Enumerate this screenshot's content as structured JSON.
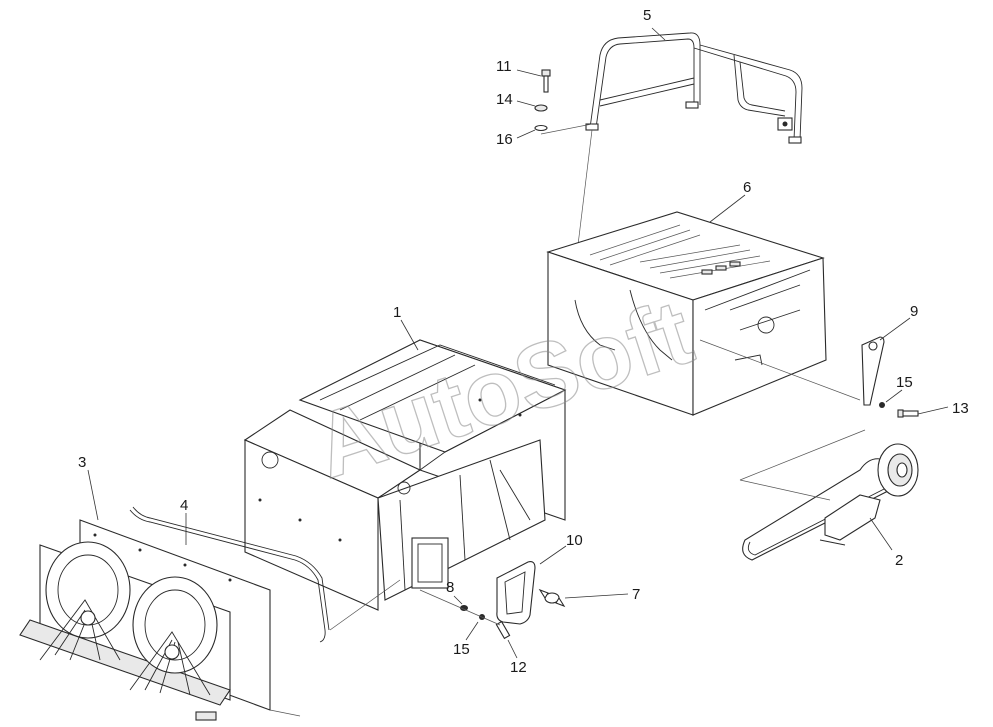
{
  "watermark": "AutoSoft",
  "callouts": [
    {
      "id": "1",
      "label": "1"
    },
    {
      "id": "2",
      "label": "2"
    },
    {
      "id": "3",
      "label": "3"
    },
    {
      "id": "4",
      "label": "4"
    },
    {
      "id": "5",
      "label": "5"
    },
    {
      "id": "6",
      "label": "6"
    },
    {
      "id": "7",
      "label": "7"
    },
    {
      "id": "8",
      "label": "8"
    },
    {
      "id": "9",
      "label": "9"
    },
    {
      "id": "10",
      "label": "10"
    },
    {
      "id": "11",
      "label": "11"
    },
    {
      "id": "12",
      "label": "12"
    },
    {
      "id": "13",
      "label": "13"
    },
    {
      "id": "14",
      "label": "14"
    },
    {
      "id": "15a",
      "label": "15"
    },
    {
      "id": "15b",
      "label": "15"
    },
    {
      "id": "16",
      "label": "16"
    }
  ]
}
